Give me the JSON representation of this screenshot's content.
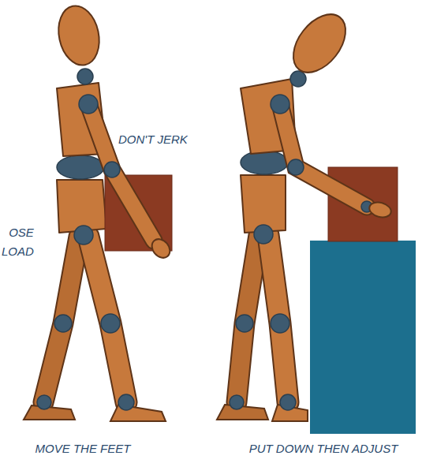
{
  "diagram": {
    "labels": [
      "DON'T JERK",
      "OSE LOAD",
      "MOVE THE FEET",
      "PUT DOWN THEN ADJUST"
    ]
  }
}
